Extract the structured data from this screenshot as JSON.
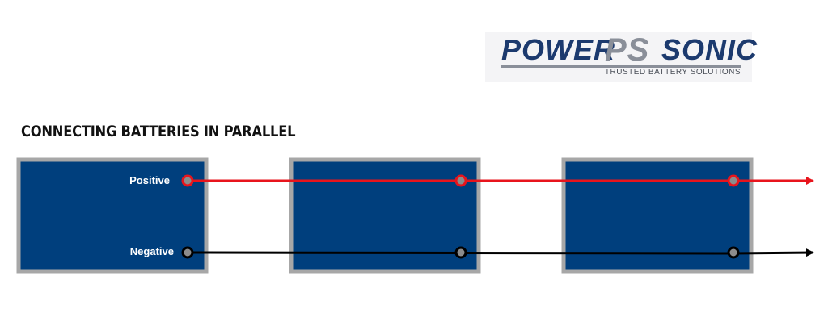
{
  "logo": {
    "word_power": "POWER",
    "word_ps": "PS",
    "word_sonic": "SONIC",
    "tagline": "TRUSTED BATTERY SOLUTIONS",
    "brand_blue": "#1c3a6e",
    "brand_gray": "#8a8f99"
  },
  "title": "CONNECTING BATTERIES IN PARALLEL",
  "diagram": {
    "battery_count": 3,
    "battery_color": "#003f7d",
    "battery_border": "#a7a7a7",
    "positive_label": "Positive",
    "negative_label": "Negative",
    "positive_wire_color": "#e8141c",
    "negative_wire_color": "#000000",
    "terminal_fill": "#8c8c8c"
  }
}
